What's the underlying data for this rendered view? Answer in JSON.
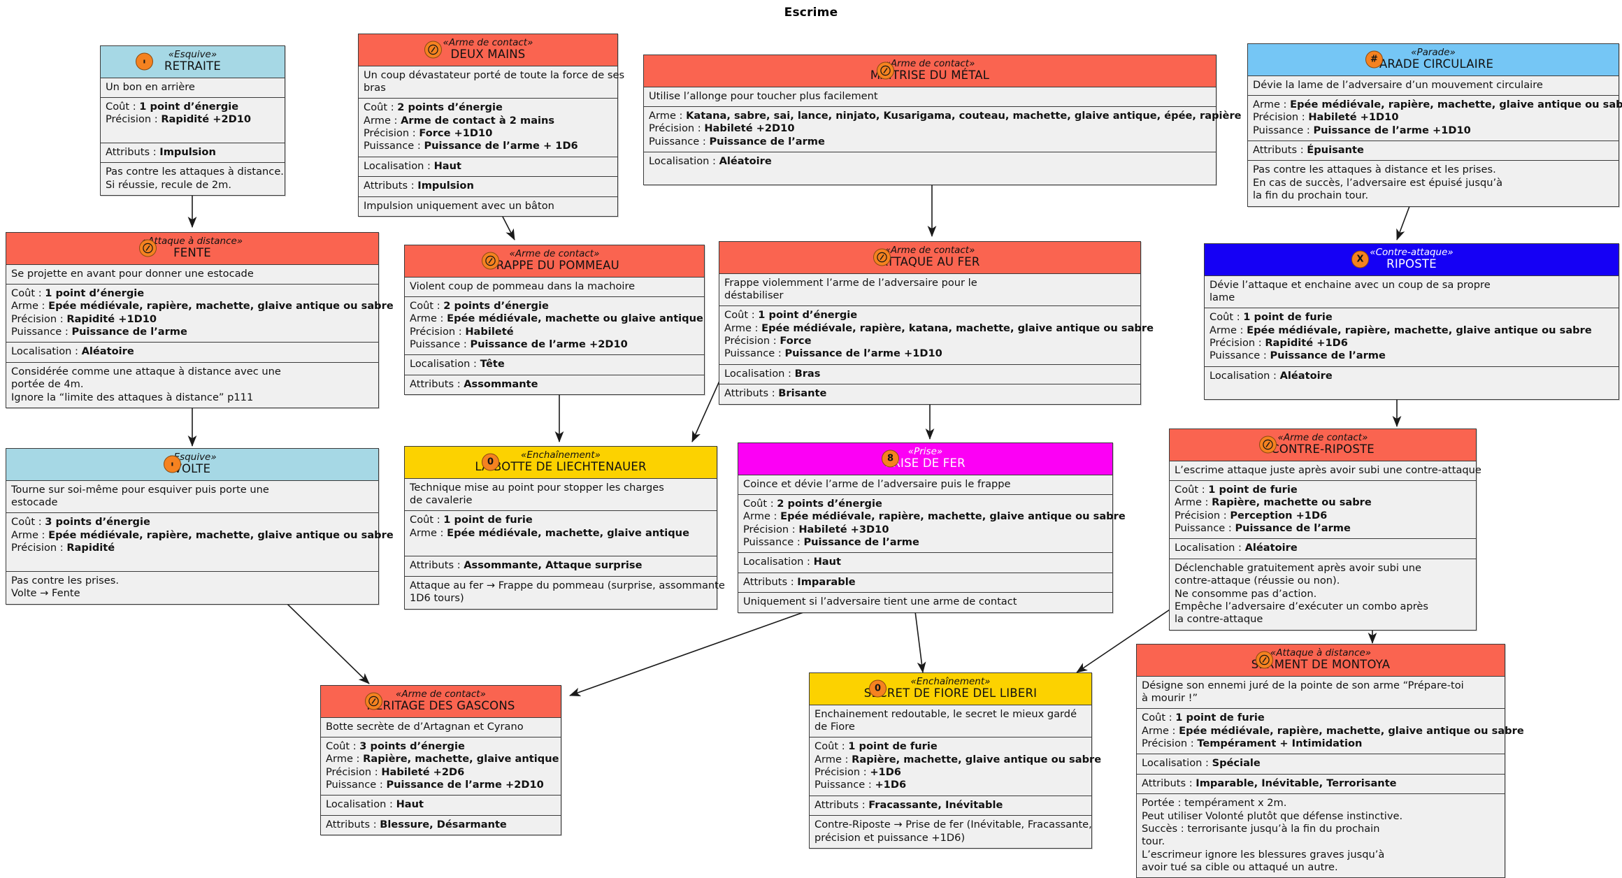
{
  "title": "Escrime",
  "colors": {
    "arme_de_contact": "#fa6450",
    "esquive": "#a6d8e5",
    "parade": "#75c6f5",
    "contre_attaque": "#1500f5",
    "enchainement": "#fcd200",
    "prise": "#fc00f5",
    "badge": "#f58220",
    "body": "#f0f0f0",
    "border": "#3a3a3a"
  },
  "cards": [
    {
      "id": "retraite",
      "stereotype": "«Esquive»",
      "name": "RETRAITE",
      "badge": "dot-icon",
      "header_style": "hdr-lblue",
      "sections": [
        [
          "Un bon en arrière"
        ],
        [
          "Coût : <b>1 point d’énergie</b>",
          "Précision : <b>Rapidité +2D10</b>",
          "&nbsp;"
        ],
        [
          "Attributs : <b>Impulsion</b>"
        ],
        [
          "Pas contre les attaques à distance.",
          "Si réussie, recule de 2m."
        ]
      ]
    },
    {
      "id": "deux-mains",
      "stereotype": "«Arme de contact»",
      "name": "DEUX MAINS",
      "badge": "slash-circle-icon",
      "header_style": "hdr-red",
      "sections": [
        [
          "Un coup dévastateur porté de toute la force de ses",
          "bras"
        ],
        [
          "Coût : <b>2 points d’énergie</b>",
          "Arme : <b>Arme de contact à 2 mains</b>",
          "Précision : <b>Force +1D10</b>",
          "Puissance : <b>Puissance de l’arme + 1D6</b>"
        ],
        [
          "Localisation : <b>Haut</b>"
        ],
        [
          "Attributs : <b>Impulsion</b>"
        ],
        [
          "Impulsion uniquement avec un bâton"
        ]
      ]
    },
    {
      "id": "maitrise-du-metal",
      "stereotype": "«Arme de contact»",
      "name": "MAÎTRISE DU MÉTAL",
      "badge": "slash-circle-icon",
      "header_style": "hdr-red",
      "sections": [
        [
          "Utilise l’allonge pour toucher plus facilement"
        ],
        [
          "Arme : <b>Katana, sabre, sai, lance, ninjato, Kusarigama, couteau, machette, glaive antique, épée, rapière</b>",
          "Précision : <b>Habileté +2D10</b>",
          "Puissance : <b>Puissance de l’arme</b>"
        ],
        [
          "Localisation : <b>Aléatoire</b>",
          "&nbsp;"
        ]
      ]
    },
    {
      "id": "parade-circulaire",
      "stereotype": "«Parade»",
      "name": "PARADE CIRCULAIRE",
      "badge": "hash-icon",
      "header_style": "hdr-sblue",
      "sections": [
        [
          "Dévie la lame de l’adversaire d’un mouvement circulaire"
        ],
        [
          "Arme : <b>Epée médiévale, rapière, machette, glaive antique ou sabre</b>",
          "Précision : <b>Habileté +1D10</b>",
          "Puissance : <b>Puissance de l’arme +1D10</b>"
        ],
        [
          "Attributs : <b>Épuisante</b>"
        ],
        [
          "Pas contre les attaques à distance et les prises.",
          "En cas de succès, l’adversaire est épuisé jusqu’à",
          "la fin du prochain tour."
        ]
      ]
    },
    {
      "id": "fente",
      "stereotype": "«Attaque à distance»",
      "name": "FENTE",
      "badge": "slash-circle-icon",
      "header_style": "hdr-red",
      "sections": [
        [
          "Se projette en avant pour donner une estocade"
        ],
        [
          "Coût : <b>1 point d’énergie</b>",
          "Arme : <b>Epée médiévale, rapière, machette, glaive antique ou sabre</b>",
          "Précision : <b>Rapidité +1D10</b>",
          "Puissance : <b>Puissance de l’arme</b>"
        ],
        [
          "Localisation : <b>Aléatoire</b>"
        ],
        [
          "Considérée comme une attaque à distance avec une",
          "portée de 4m.",
          "Ignore la “limite des attaques à distance” p111"
        ]
      ]
    },
    {
      "id": "frappe-du-pommeau",
      "stereotype": "«Arme de contact»",
      "name": "FRAPPE DU POMMEAU",
      "badge": "slash-circle-icon",
      "header_style": "hdr-red",
      "sections": [
        [
          "Violent coup de pommeau dans la machoire"
        ],
        [
          "Coût : <b>2 points d’énergie</b>",
          "Arme : <b>Epée médiévale, machette ou glaive antique</b>",
          "Précision : <b>Habileté</b>",
          "Puissance : <b>Puissance de l’arme +2D10</b>"
        ],
        [
          "Localisation : <b>Tête</b>"
        ],
        [
          "Attributs : <b>Assommante</b>"
        ]
      ]
    },
    {
      "id": "attaque-au-fer",
      "stereotype": "«Arme de contact»",
      "name": "ATTAQUE AU FER",
      "badge": "slash-circle-icon",
      "header_style": "hdr-red",
      "sections": [
        [
          "Frappe violemment l’arme de l’adversaire pour le",
          "déstabiliser"
        ],
        [
          "Coût : <b>1 point d’énergie</b>",
          "Arme : <b>Epée médiévale, rapière, katana, machette, glaive antique ou sabre</b>",
          "Précision : <b>Force</b>",
          "Puissance : <b>Puissance de l’arme +1D10</b>"
        ],
        [
          "Localisation : <b>Bras</b>"
        ],
        [
          "Attributs : <b>Brisante</b>"
        ]
      ]
    },
    {
      "id": "riposte",
      "stereotype": "«Contre-attaque»",
      "name": "RIPOSTE",
      "badge": "x-icon",
      "header_style": "hdr-blue",
      "dark": true,
      "sections": [
        [
          "Dévie l’attaque et enchaine avec un coup de sa propre",
          "lame"
        ],
        [
          "Coût : <b>1 point de furie</b>",
          "Arme : <b>Epée médiévale, rapière, machette, glaive antique ou sabre</b>",
          "Précision : <b>Rapidité +1D6</b>",
          "Puissance : <b>Puissance de l’arme</b>"
        ],
        [
          "Localisation : <b>Aléatoire</b>",
          "&nbsp;"
        ]
      ]
    },
    {
      "id": "volte",
      "stereotype": "«Esquive»",
      "name": "VOLTE",
      "badge": "dot-icon",
      "header_style": "hdr-lblue",
      "sections": [
        [
          "Tourne sur soi-même pour esquiver puis porte une",
          "estocade"
        ],
        [
          "Coût : <b>3 points d’énergie</b>",
          "Arme : <b>Epée médiévale, rapière, machette, glaive antique ou sabre</b>",
          "Précision : <b>Rapidité</b>",
          "&nbsp;"
        ],
        [
          "Pas contre les prises.",
          "Volte → Fente"
        ]
      ]
    },
    {
      "id": "la-botte-de-liechtenauer",
      "stereotype": "«Enchaînement»",
      "name": "LA BOTTE DE LIECHTENAUER",
      "badge": "zero-icon",
      "header_style": "hdr-yellow",
      "sections": [
        [
          "Technique mise au point pour stopper les charges",
          "de cavalerie"
        ],
        [
          "Coût : <b>1 point de furie</b>",
          "Arme : <b>Epée médiévale, machette, glaive antique</b>",
          "&nbsp;"
        ],
        [
          "Attributs : <b>Assommante, Attaque surprise</b>"
        ],
        [
          "Attaque au fer → Frappe du pommeau (surprise, assommante",
          "1D6 tours)"
        ]
      ]
    },
    {
      "id": "prise-de-fer",
      "stereotype": "«Prise»",
      "name": "PRISE DE FER",
      "badge": "eight-icon",
      "header_style": "hdr-magenta",
      "dark": true,
      "sections": [
        [
          "Coince et dévie l’arme de l’adversaire puis le frappe"
        ],
        [
          "Coût : <b>2 points d’énergie</b>",
          "Arme : <b>Epée médiévale, rapière, machette, glaive antique ou sabre</b>",
          "Précision : <b>Habileté +3D10</b>",
          "Puissance : <b>Puissance de l’arme</b>"
        ],
        [
          "Localisation : <b>Haut</b>"
        ],
        [
          "Attributs : <b>Imparable</b>"
        ],
        [
          "Uniquement si l’adversaire tient une arme de contact"
        ]
      ]
    },
    {
      "id": "contre-riposte",
      "stereotype": "«Arme de contact»",
      "name": "CONTRE-RIPOSTE",
      "badge": "slash-circle-icon",
      "header_style": "hdr-red",
      "sections": [
        [
          "L’escrime attaque juste après avoir subi une contre-attaque"
        ],
        [
          "Coût : <b>1 point de furie</b>",
          "Arme : <b>Rapière, machette ou sabre</b>",
          "Précision : <b>Perception +1D6</b>",
          "Puissance : <b>Puissance de l’arme</b>"
        ],
        [
          "Localisation : <b>Aléatoire</b>"
        ],
        [
          "Déclenchable gratuitement après avoir subi une",
          "contre-attaque (réussie ou non).",
          "Ne consomme pas d’action.",
          "Empêche l’adversaire d’exécuter un combo après",
          "la contre-attaque"
        ]
      ]
    },
    {
      "id": "heritage-des-gascons",
      "stereotype": "«Arme de contact»",
      "name": "HERITAGE DES GASCONS",
      "badge": "slash-circle-icon",
      "header_style": "hdr-red",
      "sections": [
        [
          "Botte secrète de d’Artagnan et Cyrano"
        ],
        [
          "Coût : <b>3 points d’énergie</b>",
          "Arme : <b>Rapière, machette, glaive antique</b>",
          "Précision : <b>Habileté +2D6</b>",
          "Puissance : <b>Puissance de l’arme +2D10</b>"
        ],
        [
          "Localisation : <b>Haut</b>"
        ],
        [
          "Attributs : <b>Blessure, Désarmante</b>"
        ]
      ]
    },
    {
      "id": "secret-de-fiore-del-liberi",
      "stereotype": "«Enchaînement»",
      "name": "SECRET DE FIORE DEL LIBERI",
      "badge": "zero-icon",
      "header_style": "hdr-yellow",
      "sections": [
        [
          "Enchainement redoutable, le secret le mieux gardé",
          "de Fiore"
        ],
        [
          "Coût : <b>1 point de furie</b>",
          "Arme : <b>Rapière, machette, glaive antique ou sabre</b>",
          "Précision : <b>+1D6</b>",
          "Puissance : <b>+1D6</b>"
        ],
        [
          "Attributs : <b>Fracassante, Inévitable</b>"
        ],
        [
          "Contre-Riposte → Prise de fer (Inévitable, Fracassante,",
          "précision et puissance +1D6)"
        ]
      ]
    },
    {
      "id": "serment-de-montoya",
      "stereotype": "«Attaque à distance»",
      "name": "SERMENT DE MONTOYA",
      "badge": "slash-circle-icon",
      "header_style": "hdr-red",
      "sections": [
        [
          "Désigne son ennemi juré de la pointe de son arme “Prépare-toi",
          "à mourir !”"
        ],
        [
          "Coût : <b>1 point de furie</b>",
          "Arme : <b>Epée médiévale, rapière, machette, glaive antique ou sabre</b>",
          "Précision : <b>Tempérament + Intimidation</b>"
        ],
        [
          "Localisation : <b>Spéciale</b>"
        ],
        [
          "Attributs : <b>Imparable, Inévitable, Terrorisante</b>"
        ],
        [
          "Portée : tempérament x 2m.",
          "Peut utiliser Volonté plutôt que défense instinctive.",
          "Succès : terrorisante jusqu’à la fin du prochain",
          "tour.",
          "L’escrimeur ignore les blessures graves jusqu’à",
          "avoir tué sa cible ou attaqué un autre."
        ]
      ]
    }
  ],
  "connections": [
    {
      "from": "retraite",
      "to": "fente"
    },
    {
      "from": "deux-mains",
      "to": "frappe-du-pommeau"
    },
    {
      "from": "maitrise-du-metal",
      "to": "attaque-au-fer"
    },
    {
      "from": "parade-circulaire",
      "to": "riposte"
    },
    {
      "from": "fente",
      "to": "volte"
    },
    {
      "from": "attaque-au-fer",
      "to": "la-botte-de-liechtenauer"
    },
    {
      "from": "attaque-au-fer",
      "to": "prise-de-fer"
    },
    {
      "from": "frappe-du-pommeau",
      "to": "la-botte-de-liechtenauer"
    },
    {
      "from": "riposte",
      "to": "contre-riposte"
    },
    {
      "from": "volte",
      "to": "heritage-des-gascons"
    },
    {
      "from": "prise-de-fer",
      "to": "heritage-des-gascons"
    },
    {
      "from": "prise-de-fer",
      "to": "secret-de-fiore-del-liberi"
    },
    {
      "from": "contre-riposte",
      "to": "secret-de-fiore-del-liberi"
    },
    {
      "from": "contre-riposte",
      "to": "serment-de-montoya"
    }
  ]
}
